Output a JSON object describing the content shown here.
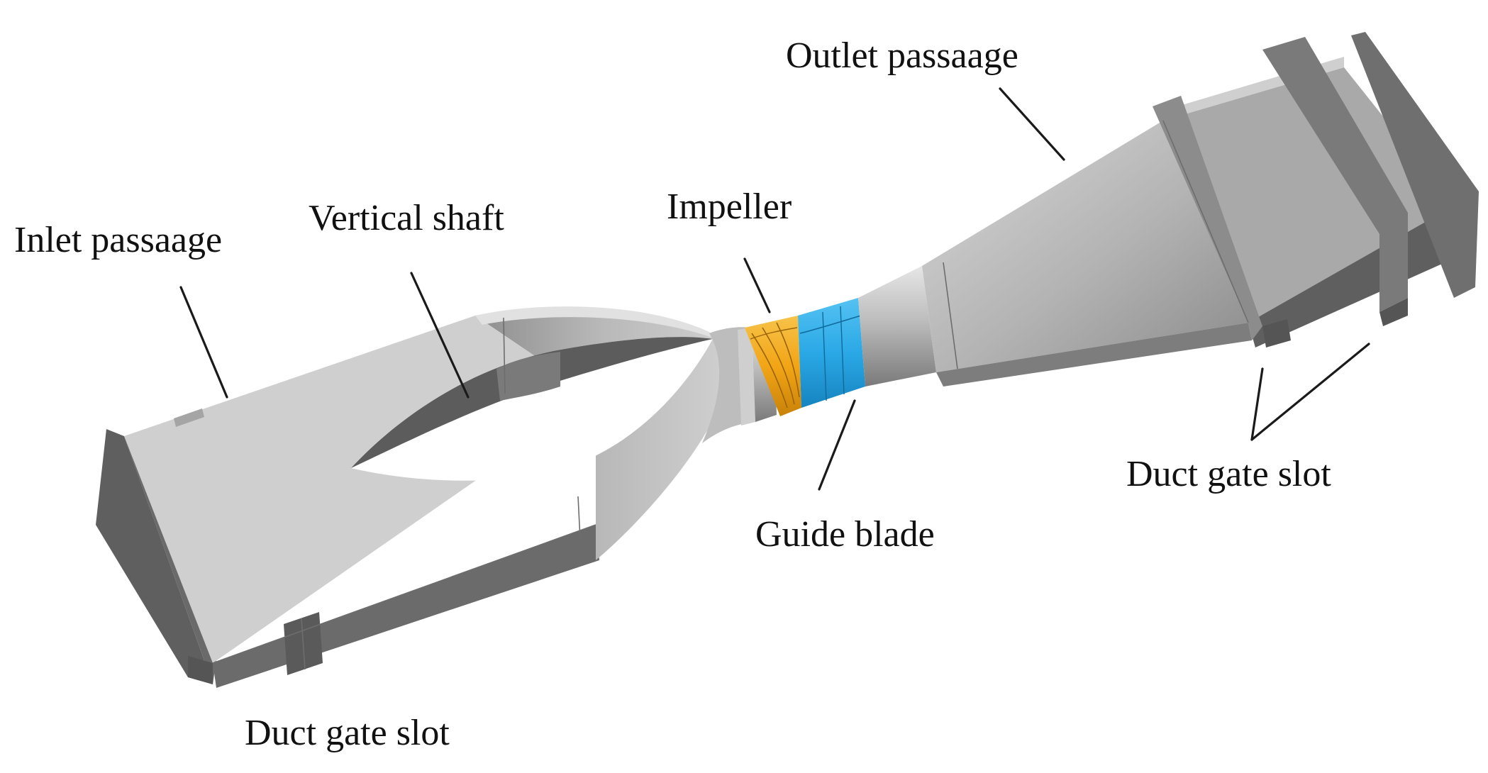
{
  "labels": {
    "outlet_passage": "Outlet passaage",
    "vertical_shaft": "Vertical shaft",
    "impeller": "Impeller",
    "inlet_passage": "Inlet passaage",
    "duct_gate_slot_right": "Duct gate slot",
    "guide_blade": "Guide blade",
    "duct_gate_slot_left": "Duct gate slot"
  },
  "colors": {
    "body_light": "#cfcfcf",
    "body_mid": "#a9a9a9",
    "body_dark": "#6f6f6f",
    "impeller": "#f2a516",
    "guide_blade": "#2aa8e6"
  }
}
